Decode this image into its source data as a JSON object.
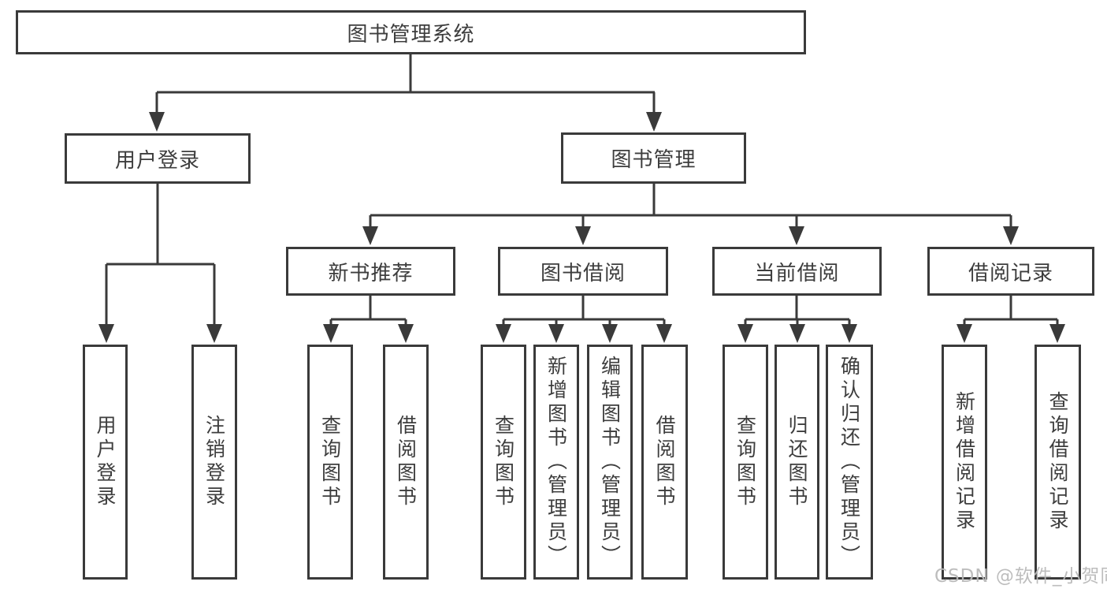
{
  "diagram": {
    "root": {
      "label": "图书管理系统"
    },
    "level2": [
      {
        "label": "用户登录"
      },
      {
        "label": "图书管理"
      }
    ],
    "level3": [
      {
        "label": "新书推荐"
      },
      {
        "label": "图书借阅"
      },
      {
        "label": "当前借阅"
      },
      {
        "label": "借阅记录"
      }
    ],
    "leaves": [
      {
        "label": "用户登录"
      },
      {
        "label": "注销登录"
      },
      {
        "label": "查询图书"
      },
      {
        "label": "借阅图书"
      },
      {
        "label": "查询图书"
      },
      {
        "label": "新增图书（管理员）"
      },
      {
        "label": "编辑图书（管理员）"
      },
      {
        "label": "借阅图书"
      },
      {
        "label": "查询图书"
      },
      {
        "label": "归还图书"
      },
      {
        "label": "确认归还（管理员）"
      },
      {
        "label": "新增借阅记录"
      },
      {
        "label": "查询借阅记录"
      }
    ],
    "watermark": {
      "text": "CSDN @软件_小贺同学"
    },
    "colors": {
      "line": "#3a3a3a",
      "box_fill": "#ffffff",
      "text": "#3d3d3d",
      "watermark": "#b9b9b9"
    }
  }
}
